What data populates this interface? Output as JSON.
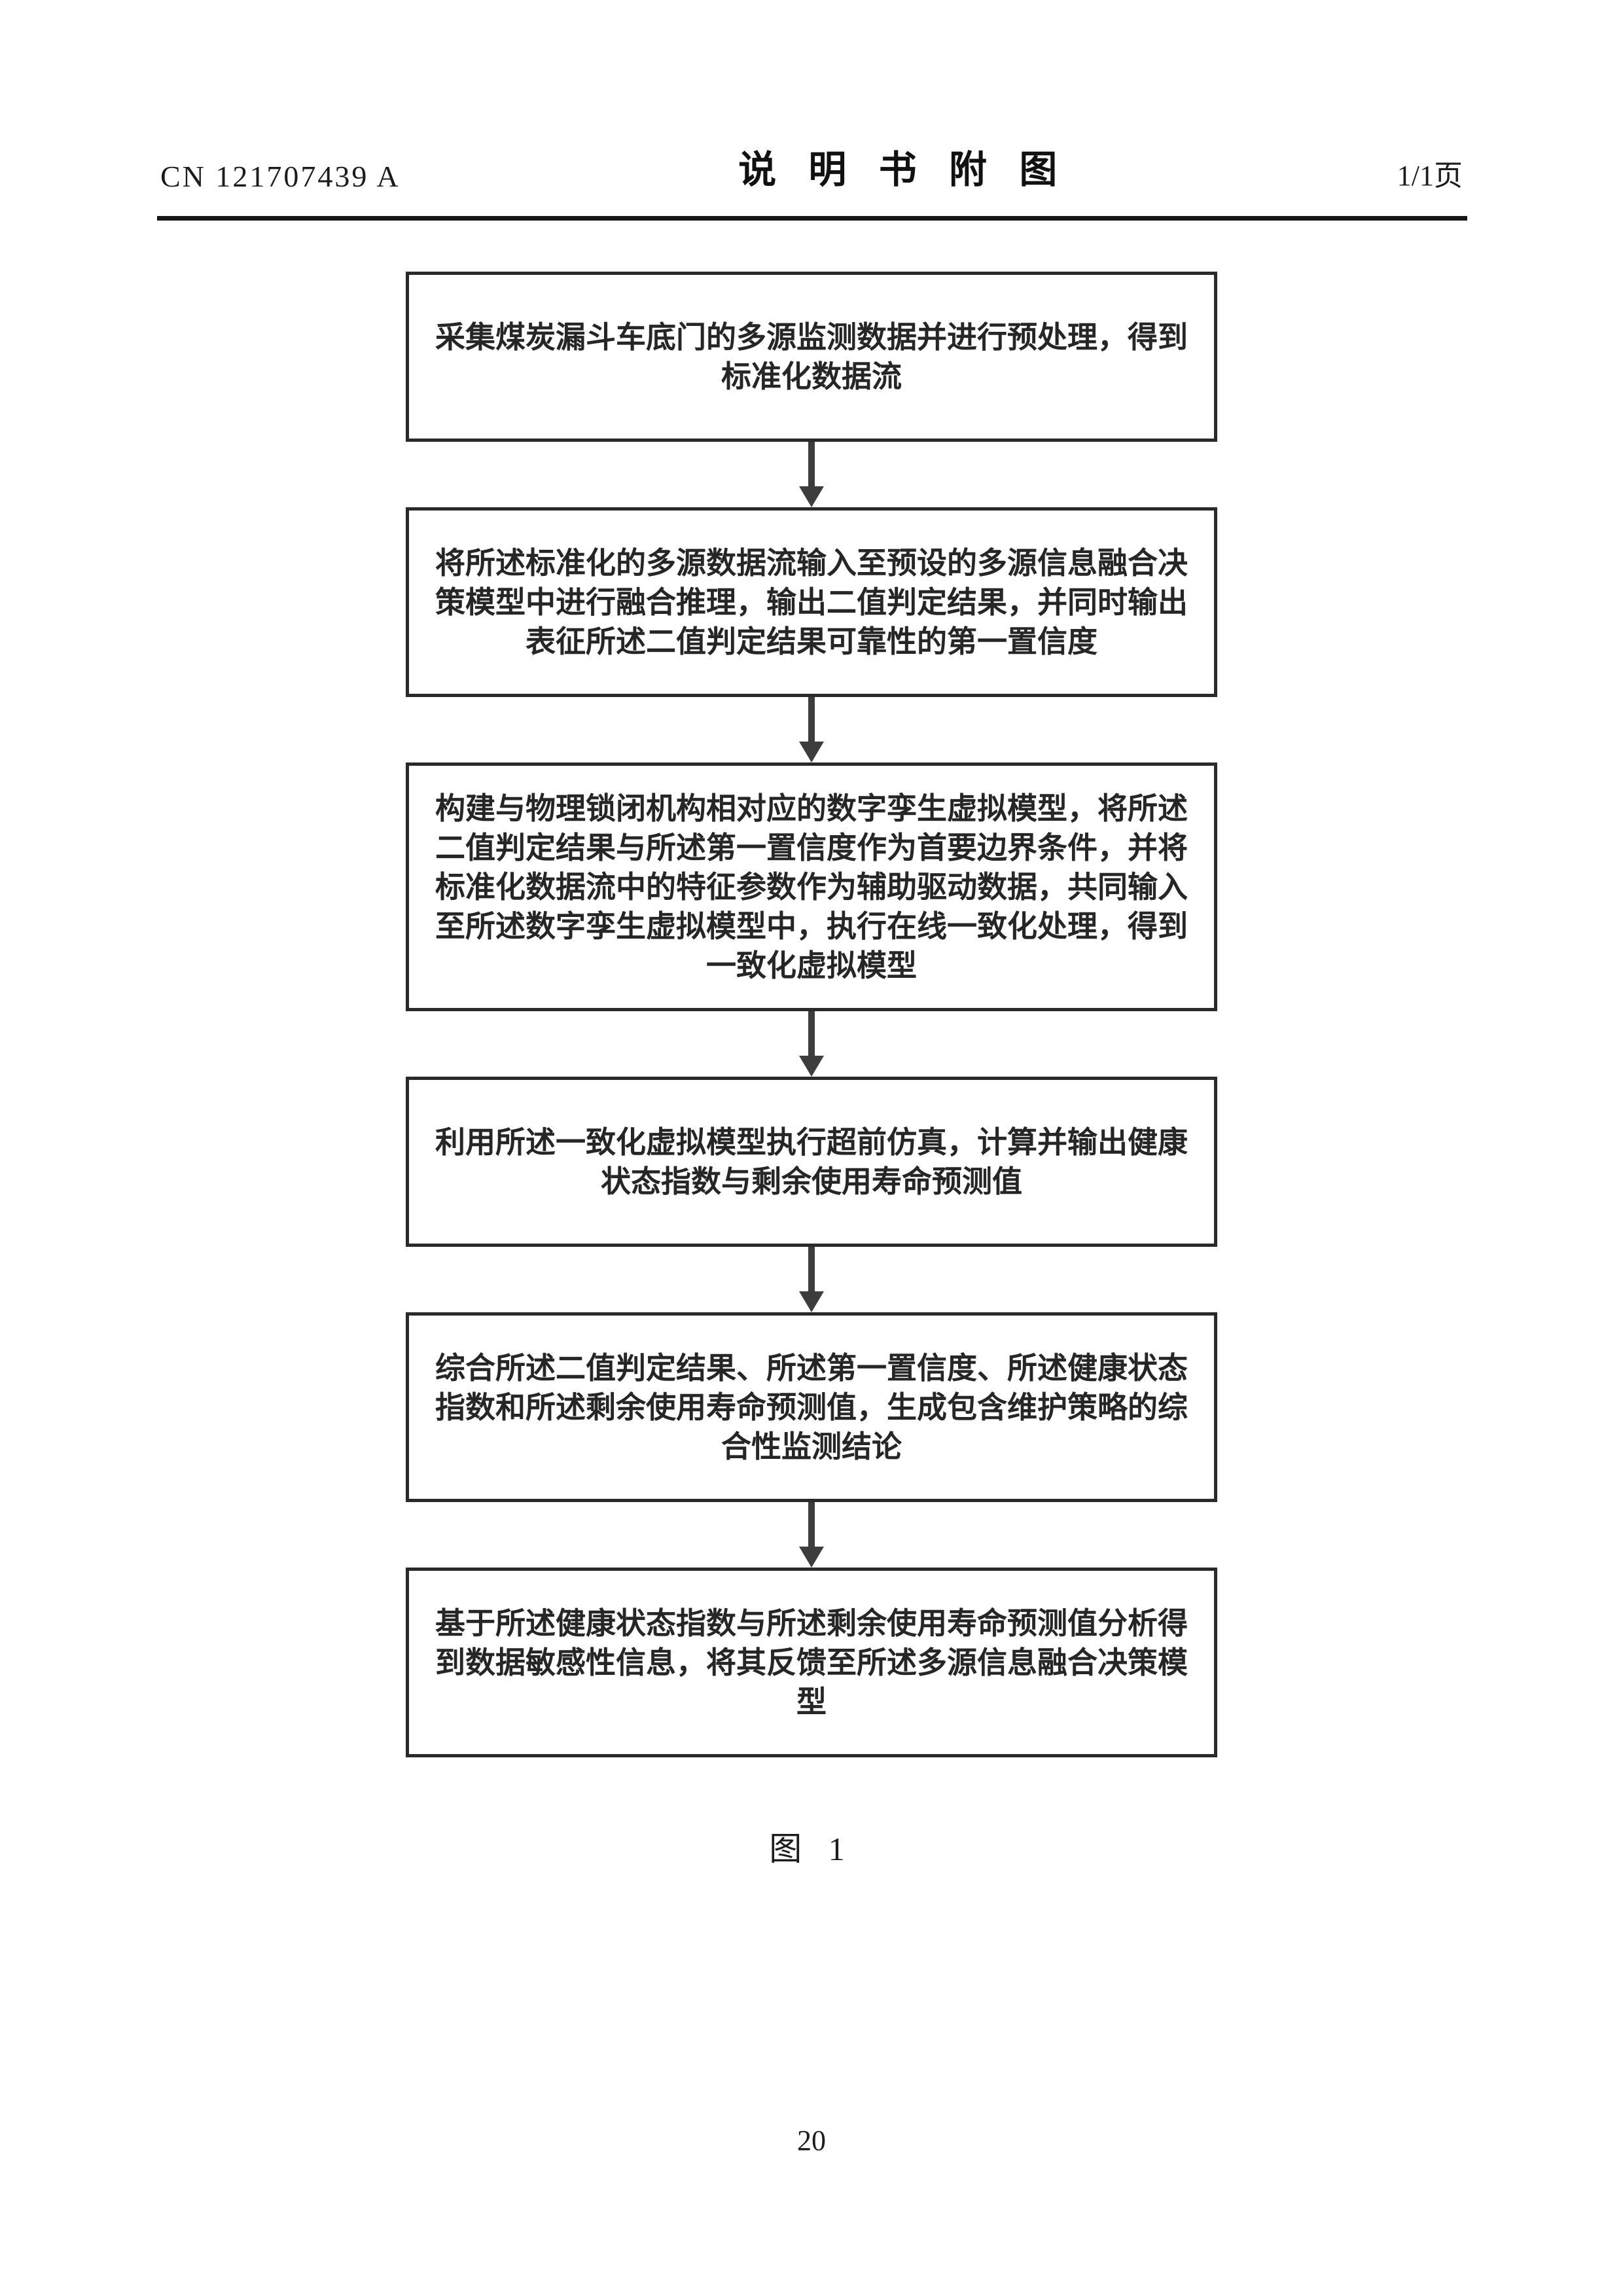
{
  "header": {
    "patent_number": "CN 121707439 A",
    "doc_title": "说明书附图",
    "page_indicator": "1/1页"
  },
  "flowchart": {
    "steps": [
      "采集煤炭漏斗车底门的多源监测数据并进行预处理，得到标准化数据流",
      "将所述标准化的多源数据流输入至预设的多源信息融合决策模型中进行融合推理，输出二值判定结果，并同时输出表征所述二值判定结果可靠性的第一置信度",
      "构建与物理锁闭机构相对应的数字孪生虚拟模型，将所述二值判定结果与所述第一置信度作为首要边界条件，并将标准化数据流中的特征参数作为辅助驱动数据，共同输入至所述数字孪生虚拟模型中，执行在线一致化处理，得到一致化虚拟模型",
      "利用所述一致化虚拟模型执行超前仿真，计算并输出健康状态指数与剩余使用寿命预测值",
      "综合所述二值判定结果、所述第一置信度、所述健康状态指数和所述剩余使用寿命预测值，生成包含维护策略的综合性监测结论",
      "基于所述健康状态指数与所述剩余使用寿命预测值分析得到数据敏感性信息，将其反馈至所述多源信息融合决策模型"
    ],
    "caption": "图  1"
  },
  "footer": {
    "page_number": "20"
  }
}
